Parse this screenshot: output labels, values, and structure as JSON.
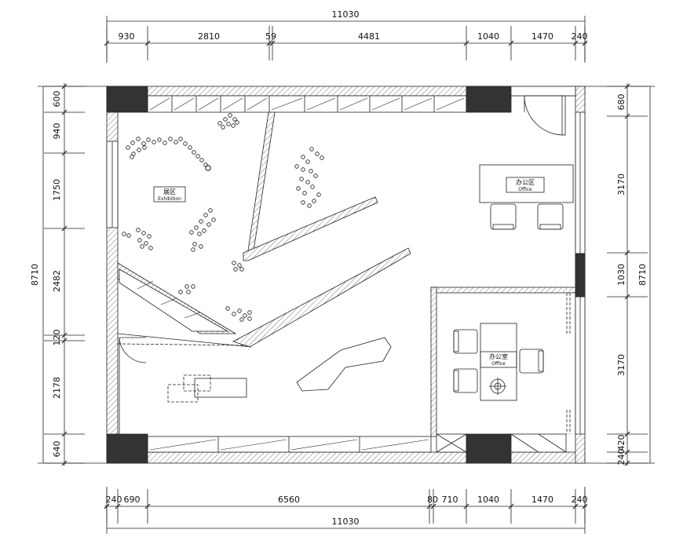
{
  "dimensions": {
    "top_total": "11030",
    "top_segments": [
      "930",
      "2810",
      "59",
      "4481",
      "1040",
      "1470",
      "240"
    ],
    "bottom_total": "11030",
    "bottom_segments": [
      "240",
      "690",
      "6560",
      "80",
      "710",
      "1040",
      "1470",
      "240"
    ],
    "left_total": "8710",
    "left_segments": [
      "600",
      "940",
      "1750",
      "2482",
      "120",
      "2178",
      "640"
    ],
    "right_total": "8710",
    "right_segments": [
      "680",
      "3170",
      "1030",
      "3170",
      "420",
      "240"
    ]
  },
  "rooms": {
    "exhibition": {
      "label_cn": "展区",
      "label_en": "Exhibition"
    },
    "office_area": {
      "label_cn": "办公区",
      "label_en": "Office"
    },
    "office_room": {
      "label_cn": "办公室",
      "label_en": "Office"
    }
  },
  "colors": {
    "line": "#222222",
    "column": "#333333",
    "background": "#ffffff"
  }
}
